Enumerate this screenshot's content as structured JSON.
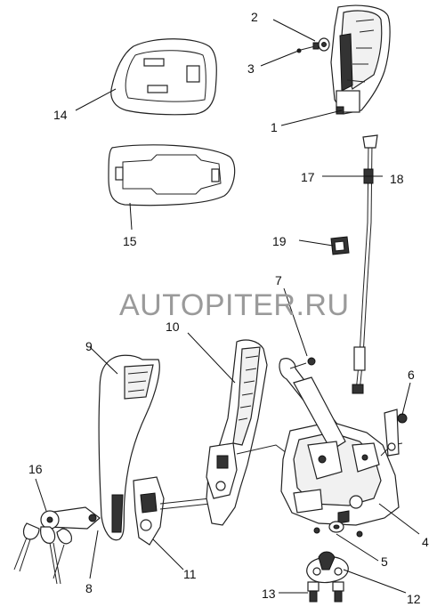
{
  "watermark": "AUTOPITER.RU",
  "callouts": [
    "1",
    "2",
    "3",
    "4",
    "5",
    "6",
    "7",
    "8",
    "9",
    "10",
    "11",
    "12",
    "13",
    "14",
    "15",
    "16",
    "17",
    "18",
    "19"
  ]
}
